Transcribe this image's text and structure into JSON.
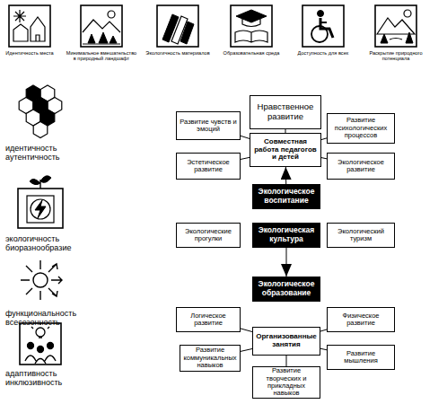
{
  "diagram": {
    "nodes": [
      {
        "text": [
          "Нравственное развитие"
        ]
      },
      {
        "text": [
          "Развитие чувств и эмоций"
        ]
      },
      {
        "text": [
          "Развитие психологических процессов"
        ]
      },
      {
        "text": [
          "Совместная работа педагогов и детей"
        ]
      },
      {
        "text": [
          "Эстетическое развитие"
        ]
      },
      {
        "text": [
          "Экологическое развитие"
        ]
      },
      {
        "text": [
          "Экологическое воспитание"
        ]
      },
      {
        "text": [
          "Экологические прогулки"
        ]
      },
      {
        "text": [
          "Экологическая культура"
        ]
      },
      {
        "text": [
          "Экологический туризм"
        ]
      },
      {
        "text": [
          "Экологическое образование"
        ]
      },
      {
        "text": [
          "Логическое развитие"
        ]
      },
      {
        "text": [
          "Физическое развитие"
        ]
      },
      {
        "text": [
          "Организованные занятия"
        ]
      },
      {
        "text": [
          "Развитие коммуникальных навыков"
        ]
      },
      {
        "text": [
          "Развитие мышления"
        ]
      },
      {
        "text": [
          "Развитие творческих и прикладных навыков"
        ]
      }
    ],
    "edges": [
      {
        "from": 3,
        "to": 0,
        "arrow": "none"
      },
      {
        "from": 3,
        "to": 1,
        "arrow": "none"
      },
      {
        "from": 3,
        "to": 2,
        "arrow": "none"
      },
      {
        "from": 3,
        "to": 4,
        "arrow": "none"
      },
      {
        "from": 3,
        "to": 5,
        "arrow": "none"
      },
      {
        "from": 6,
        "to": 3,
        "arrow": "to"
      },
      {
        "from": 8,
        "to": 10,
        "arrow": "to"
      },
      {
        "from": 13,
        "to": 11,
        "arrow": "none"
      },
      {
        "from": 13,
        "to": 12,
        "arrow": "none"
      },
      {
        "from": 13,
        "to": 14,
        "arrow": "none"
      },
      {
        "from": 13,
        "to": 15,
        "arrow": "none"
      },
      {
        "from": 13,
        "to": 16,
        "arrow": "none"
      }
    ],
    "labels": [
      "Идентичность места",
      "Минимальное вмешательство в природный ландшафт",
      "Экологичность материалов",
      "Образовательная среда",
      "Доступность для всех",
      "Раскрытие природного потенциала",
      "идентичность аутентичность",
      "экологичность биоразнообразие",
      "функциональность всесезонность",
      "адаптивность инклюзивность"
    ]
  }
}
